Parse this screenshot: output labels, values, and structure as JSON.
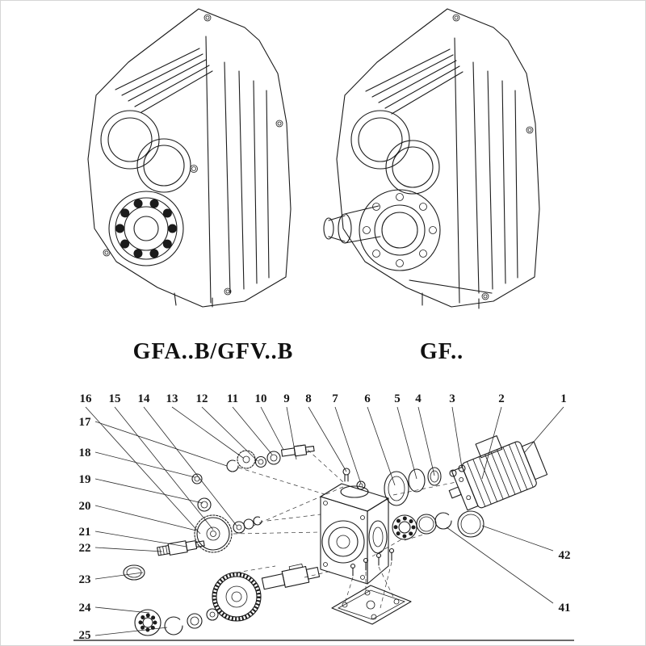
{
  "page": {
    "background": "#ffffff",
    "line_color": "#1b1b1b"
  },
  "figures": {
    "left_model_label": "GFA..B/GFV..B",
    "right_model_label": "GF.."
  },
  "exploded_view": {
    "callouts_top": [
      "16",
      "15",
      "14",
      "13",
      "12",
      "11",
      "10",
      "9",
      "8",
      "7",
      "6",
      "5",
      "4",
      "3",
      "2",
      "1"
    ],
    "callouts_left": [
      "17",
      "18",
      "19",
      "20",
      "21",
      "22",
      "23",
      "24",
      "25"
    ],
    "callouts_right": [
      "42",
      "41"
    ]
  }
}
